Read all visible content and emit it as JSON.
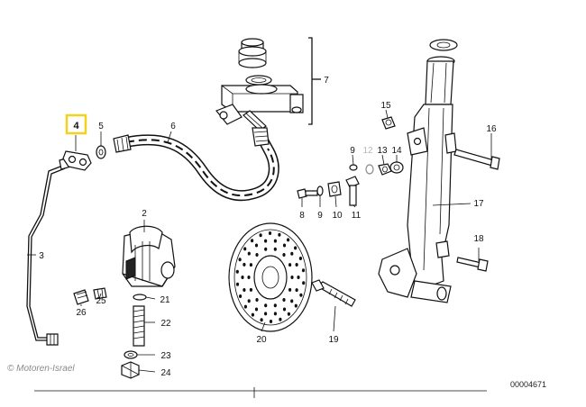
{
  "copyright": "© Motoren-Israel",
  "document_number": "00004671",
  "highlight_color": "#f2d21c",
  "parts": [
    {
      "id": "part-4",
      "label": "4",
      "highlighted": true
    },
    {
      "id": "part-5",
      "label": "5"
    },
    {
      "id": "part-6",
      "label": "6"
    },
    {
      "id": "part-7",
      "label": "7"
    },
    {
      "id": "part-15",
      "label": "15"
    },
    {
      "id": "part-16",
      "label": "16"
    },
    {
      "id": "part-9-upper",
      "label": "9"
    },
    {
      "id": "part-12",
      "label": "12",
      "faded": true
    },
    {
      "id": "part-13",
      "label": "13"
    },
    {
      "id": "part-14",
      "label": "14"
    },
    {
      "id": "part-8",
      "label": "8"
    },
    {
      "id": "part-9-lower",
      "label": "9"
    },
    {
      "id": "part-10",
      "label": "10"
    },
    {
      "id": "part-11",
      "label": "11"
    },
    {
      "id": "part-17",
      "label": "17"
    },
    {
      "id": "part-2",
      "label": "2"
    },
    {
      "id": "part-3",
      "label": "3"
    },
    {
      "id": "part-18",
      "label": "18"
    },
    {
      "id": "part-21",
      "label": "21"
    },
    {
      "id": "part-25",
      "label": "25"
    },
    {
      "id": "part-26",
      "label": "26"
    },
    {
      "id": "part-22",
      "label": "22"
    },
    {
      "id": "part-20",
      "label": "20"
    },
    {
      "id": "part-19",
      "label": "19"
    },
    {
      "id": "part-23",
      "label": "23"
    },
    {
      "id": "part-24",
      "label": "24"
    }
  ]
}
